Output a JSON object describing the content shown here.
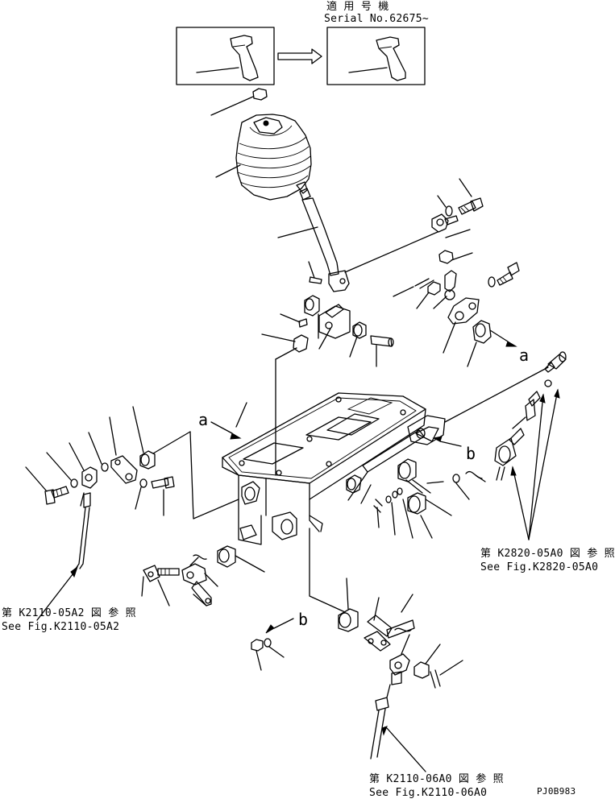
{
  "header": {
    "title_jp": "適 用 号 機",
    "serial": "Serial No.62675~"
  },
  "callouts": {
    "a": "a",
    "b": "b"
  },
  "references": [
    {
      "jp": "第 K2820-05A0 図 参 照",
      "en": "See Fig.K2820-05A0"
    },
    {
      "jp": "第 K2110-05A2 図 参 照",
      "en": "See Fig.K2110-05A2"
    },
    {
      "jp": "第 K2110-06A0 図 参 照",
      "en": "See Fig.K2110-06A0"
    }
  ],
  "drawing_id": "PJ0B983"
}
